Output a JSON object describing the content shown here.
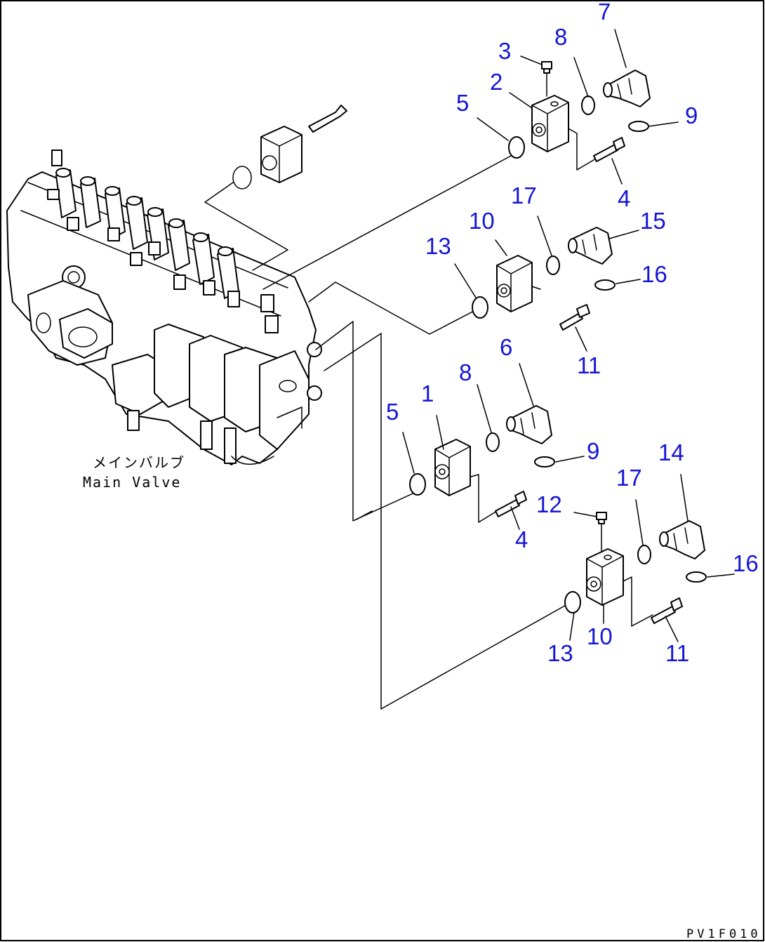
{
  "caption": {
    "jp": "メインバルブ",
    "en": "Main Valve"
  },
  "figure_code": "PV1F010",
  "callout_color": "#1515d6",
  "callouts": {
    "c1": "1",
    "c2": "2",
    "c3": "3",
    "c4a": "4",
    "c4b": "4",
    "c5a": "5",
    "c5b": "5",
    "c6": "6",
    "c7": "7",
    "c8a": "8",
    "c8b": "8",
    "c9a": "9",
    "c9b": "9",
    "c10a": "10",
    "c10b": "10",
    "c11a": "11",
    "c11b": "11",
    "c12": "12",
    "c13a": "13",
    "c13b": "13",
    "c14": "14",
    "c15": "15",
    "c16a": "16",
    "c16b": "16",
    "c17a": "17",
    "c17b": "17"
  }
}
